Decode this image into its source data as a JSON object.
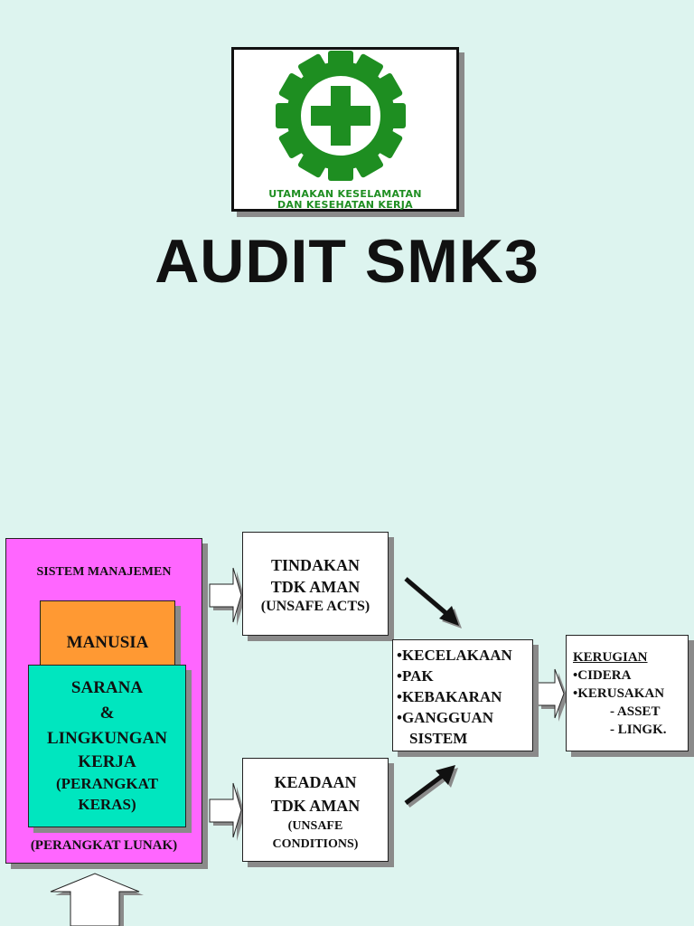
{
  "logo": {
    "text_line1": "UTAMAKAN KESELAMATAN",
    "text_line2": "DAN KESEHATAN KERJA",
    "icon": "gear-cross-icon",
    "color": "#1e8e21"
  },
  "title": "AUDIT SMK3",
  "diagram": {
    "system": {
      "label": "SISTEM MANAJEMEN",
      "manusia": "MANUSIA",
      "sarana_lines": [
        "SARANA",
        "&",
        "LINGKUNGAN",
        "KERJA",
        "(PERANGKAT",
        "KERAS)"
      ],
      "software_label": "(PERANGKAT LUNAK)",
      "colors": {
        "system": "#ff66ff",
        "manusia": "#ff9933",
        "sarana": "#00e6bf"
      }
    },
    "unsafe_acts": {
      "line1": "TINDAKAN",
      "line2": "TDK AMAN",
      "line3": "(UNSAFE ACTS)"
    },
    "unsafe_conditions": {
      "line1": "KEADAAN",
      "line2": "TDK AMAN",
      "line3": "(UNSAFE",
      "line4": "CONDITIONS)"
    },
    "incidents": {
      "items": [
        "•KECELAKAAN",
        "•PAK",
        "•KEBAKARAN",
        "•GANGGUAN",
        "SISTEM"
      ]
    },
    "losses": {
      "heading": "KERUGIAN",
      "items": [
        "•CIDERA",
        "•KERUSAKAN",
        "- ASSET",
        "- LINGK."
      ]
    }
  }
}
